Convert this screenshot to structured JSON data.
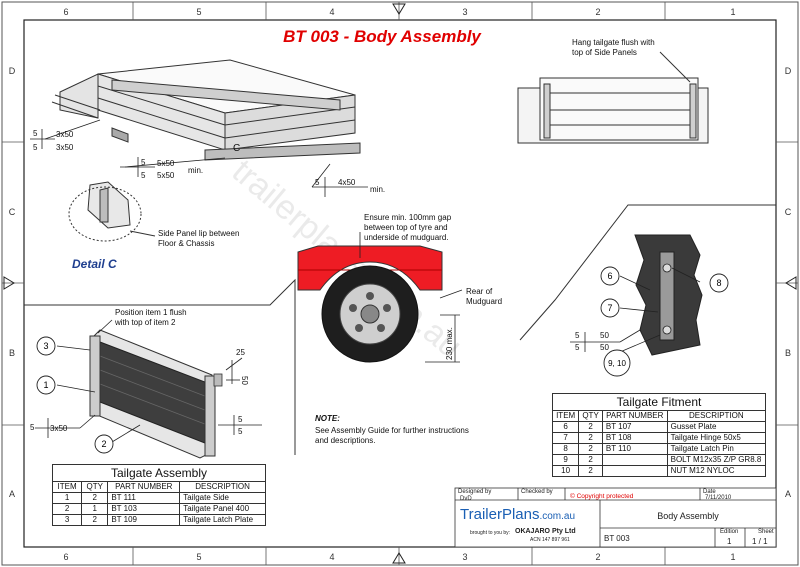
{
  "title": "BT 003 - Body Assembly",
  "grid": {
    "top": [
      "6",
      "5",
      "4",
      "3",
      "2",
      "1"
    ],
    "bottom": [
      "6",
      "5",
      "4",
      "3",
      "2",
      "1"
    ],
    "left": [
      "D",
      "C",
      "B",
      "A"
    ],
    "right": [
      "D",
      "C",
      "B",
      "A"
    ]
  },
  "watermark": "trailerplans.com.au",
  "welds": {
    "w1_size": "5",
    "w1_a": "3x50",
    "w1_b": "3x50",
    "w2_size": "5",
    "w2_a": "5x50",
    "w2_b": "5x50",
    "w2_min": "min.",
    "w3_size": "5",
    "w3_a": "4x50",
    "w3_min": "min.",
    "w4_size": "5",
    "w4_a": "3x50",
    "w5_size": "5",
    "w6_size": "5",
    "w6_a": "50",
    "w6_b": "50"
  },
  "labels": {
    "detail_c_marker": "C",
    "side_panel_lip": "Side Panel lip between\nFloor & Chassis",
    "detail_c_title": "Detail C",
    "tailgate_hang": "Hang tailgate flush with\ntop of Side Panels",
    "mudguard_gap": "Ensure min. 100mm gap\nbetween top of tyre and\nunderside of mudguard.",
    "rear_mudguard": "Rear of\nMudguard",
    "dim_230": "230 max.",
    "position_note": "Position item 1 flush\nwith top of item 2",
    "dim_25": "25",
    "dim_50": "50",
    "note_title": "NOTE:",
    "note_body": "See Assembly Guide for further instructions\nand descriptions."
  },
  "balloons": [
    "3",
    "1",
    "2",
    "6",
    "7",
    "8",
    "9, 10"
  ],
  "tailgate_assembly": {
    "title": "Tailgate Assembly",
    "headers": [
      "ITEM",
      "QTY",
      "PART NUMBER",
      "DESCRIPTION"
    ],
    "rows": [
      [
        "1",
        "2",
        "BT 111",
        "Tailgate Side"
      ],
      [
        "2",
        "1",
        "BT 103",
        "Tailgate Panel 400"
      ],
      [
        "3",
        "2",
        "BT 109",
        "Tailgate Latch Plate"
      ]
    ]
  },
  "tailgate_fitment": {
    "title": "Tailgate Fitment",
    "headers": [
      "ITEM",
      "QTY",
      "PART NUMBER",
      "DESCRIPTION"
    ],
    "rows": [
      [
        "6",
        "2",
        "BT 107",
        "Gusset Plate"
      ],
      [
        "7",
        "2",
        "BT 108",
        "Tailgate Hinge 50x5"
      ],
      [
        "8",
        "2",
        "BT 110",
        "Tailgate Latch Pin"
      ],
      [
        "9",
        "2",
        "",
        "BOLT M12x35 Z/P GR8.8"
      ],
      [
        "10",
        "2",
        "",
        "NUT M12 NYLOC"
      ]
    ]
  },
  "title_block": {
    "designed_by_label": "Designed by",
    "designed_by": "DvD",
    "checked_by_label": "Checked by",
    "copyright": "© Copyright protected",
    "date_label": "Date",
    "date": "7/11/2010",
    "logo_main": "TrailerPlans",
    "logo_suffix": ".com.au",
    "brought_by": "brought to you by:",
    "company": "OKAJARO Pty Ltd",
    "acn": "ACN 147 897 961",
    "drawing_title": "Body Assembly",
    "drawing_number": "BT 003",
    "edition_label": "Edition",
    "edition": "1",
    "sheet_label": "Sheet",
    "sheet": "1 / 1"
  },
  "colors": {
    "title_red": "#e00000",
    "mudguard_red": "#ee1c24",
    "detail_blue": "#1f3f8f",
    "logo_blue": "#1a5fb4",
    "panel_dark": "#3e3e3e",
    "frame_grey": "#9a9a9a"
  }
}
